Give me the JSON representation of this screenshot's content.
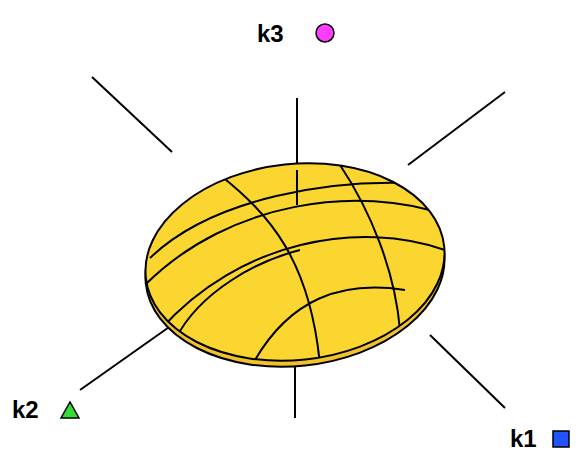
{
  "diagram": {
    "labels": [
      "k3",
      "k2",
      "k1"
    ]
  }
}
